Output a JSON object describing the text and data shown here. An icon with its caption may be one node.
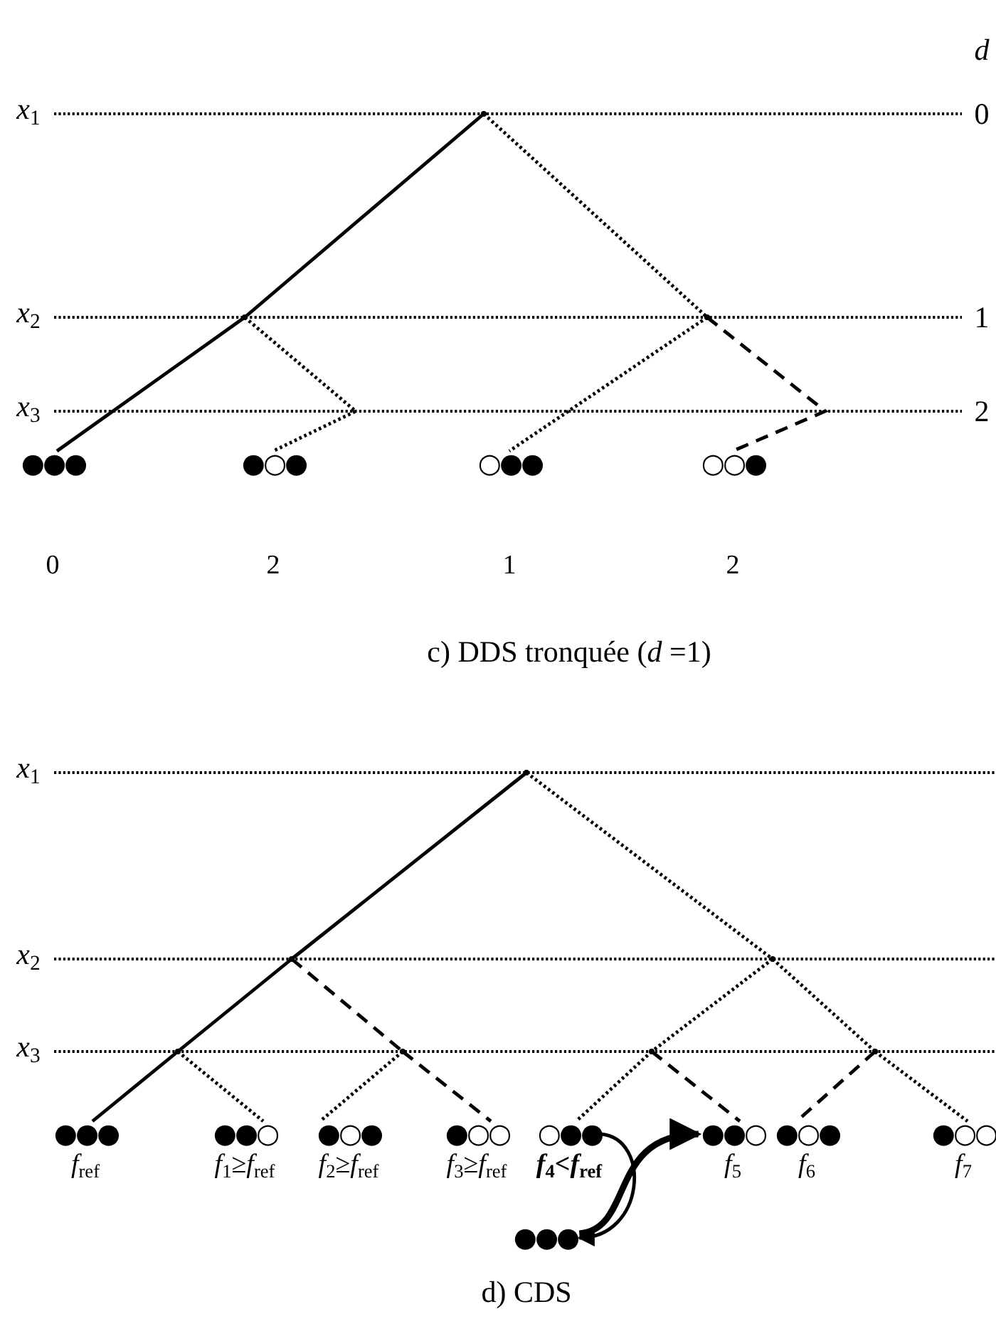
{
  "diagram": {
    "nodes": [
      {
        "text": [
          "●●●",
          "0"
        ]
      },
      {
        "text": [
          "●○●",
          "2"
        ]
      },
      {
        "text": [
          "○●●",
          "1"
        ]
      },
      {
        "text": [
          "○○●",
          "2"
        ]
      },
      {
        "text": [
          "●●●",
          "*f*$_{ref}$"
        ]
      },
      {
        "text": [
          "●●○",
          "*f*$_{1}$≥*f*$_{ref}$"
        ]
      },
      {
        "text": [
          "●○●",
          "*f*$_{2}$≥*f*$_{ref}$"
        ]
      },
      {
        "text": [
          "●○○",
          "*f*$_{3}$≥*f*$_{ref}$"
        ]
      },
      {
        "text": [
          "○●●",
          "*f*$_{4}$<*f*$_{ref}$"
        ]
      },
      {
        "text": [
          "●●○",
          "*f*$_{5}$"
        ]
      },
      {
        "text": [
          "●○●",
          "*f*$_{6}$"
        ]
      },
      {
        "text": [
          "●○○",
          "*f*$_{7}$"
        ]
      },
      {
        "text": [
          "●●●"
        ]
      },
      {
        "text": [],
        "shape": "point"
      },
      {
        "text": [],
        "shape": "point"
      },
      {
        "text": [],
        "shape": "point"
      },
      {
        "text": [],
        "shape": "point"
      },
      {
        "text": [],
        "shape": "point"
      },
      {
        "text": [],
        "shape": "point"
      },
      {
        "text": [],
        "shape": "point"
      },
      {
        "text": [],
        "shape": "point"
      },
      {
        "text": [],
        "shape": "point"
      },
      {
        "text": [],
        "shape": "point"
      }
    ],
    "edges": [
      {
        "from": 8,
        "to": 12,
        "arrow": "to"
      },
      {
        "from": 12,
        "to": 9,
        "arrow": "to",
        "style": "thick"
      },
      {
        "from": 13,
        "to": 14,
        "arrow": "none"
      },
      {
        "from": 14,
        "to": 0,
        "arrow": "none"
      },
      {
        "from": 13,
        "to": 15,
        "arrow": "none",
        "style": "dashed"
      },
      {
        "from": 14,
        "to": 1,
        "arrow": "none",
        "style": "dashed"
      },
      {
        "from": 15,
        "to": 2,
        "arrow": "none",
        "style": "dashed"
      },
      {
        "from": 15,
        "to": 3,
        "arrow": "none",
        "style": "dashed"
      },
      {
        "from": 16,
        "to": 17,
        "arrow": "none"
      },
      {
        "from": 17,
        "to": 19,
        "arrow": "none"
      },
      {
        "from": 19,
        "to": 4,
        "arrow": "none"
      },
      {
        "from": 19,
        "to": 5,
        "arrow": "none",
        "style": "dashed"
      },
      {
        "from": 17,
        "to": 20,
        "arrow": "none",
        "style": "dashed"
      },
      {
        "from": 20,
        "to": 6,
        "arrow": "none",
        "style": "dashed"
      },
      {
        "from": 20,
        "to": 7,
        "arrow": "none",
        "style": "dashed"
      },
      {
        "from": 16,
        "to": 18,
        "arrow": "none",
        "style": "dashed"
      },
      {
        "from": 18,
        "to": 21,
        "arrow": "none",
        "style": "dashed"
      },
      {
        "from": 21,
        "to": 8,
        "arrow": "none",
        "style": "dashed"
      },
      {
        "from": 21,
        "to": 9,
        "arrow": "none",
        "style": "dashed"
      },
      {
        "from": 18,
        "to": 22,
        "arrow": "none",
        "style": "dashed"
      },
      {
        "from": 22,
        "to": 10,
        "arrow": "none",
        "style": "dashed"
      },
      {
        "from": 22,
        "to": 11,
        "arrow": "none",
        "style": "dashed"
      }
    ],
    "labels": [
      "*d*",
      "*x*$_{1}$",
      "0",
      "*x*$_{2}$",
      "1",
      "*x*$_{3}$",
      "2",
      "c) DDS tronquée (*d* =1)",
      "*x*$_{1}$",
      "*x*$_{2}$",
      "*x*$_{3}$",
      "d) CDS"
    ]
  }
}
